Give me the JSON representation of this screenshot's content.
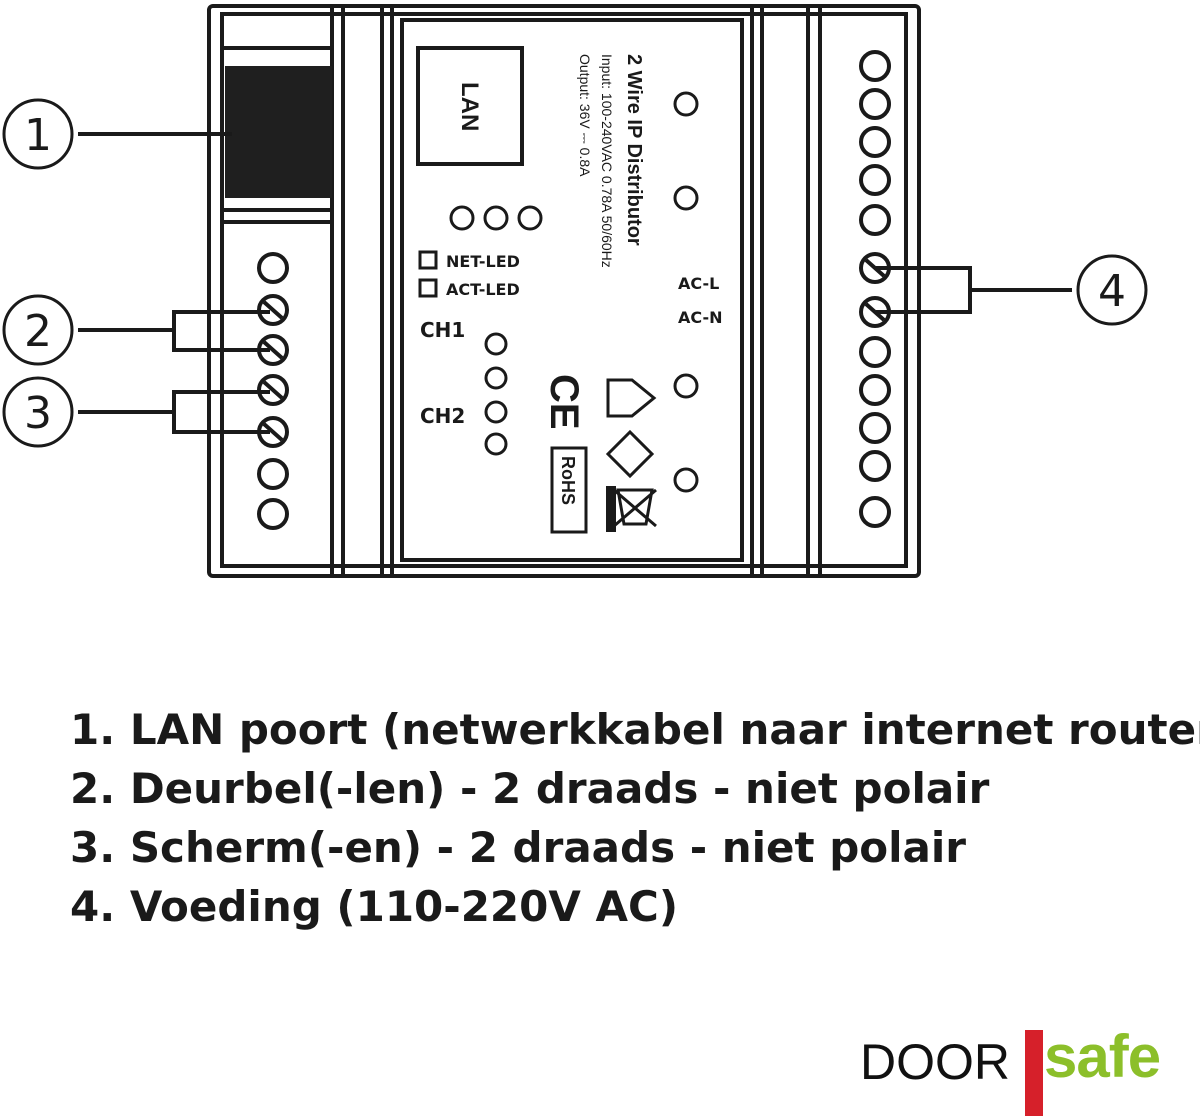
{
  "device": {
    "title": "2 Wire IP Distributor",
    "input_spec": "Input: 100-240VAC 0.78A 50/60Hz",
    "output_spec": "Output: 36V ⎓ 0.8A",
    "lan_port_label": "LAN",
    "net_led_label": "NET-LED",
    "act_led_label": "ACT-LED",
    "ch1_label": "CH1",
    "ch2_label": "CH2",
    "acl_label": "AC-L",
    "acn_label": "AC-N",
    "ce_mark": "CE",
    "rohs_mark": "RoHS"
  },
  "callouts": [
    "1",
    "2",
    "3",
    "4"
  ],
  "legend": [
    {
      "num": "1.",
      "text": "LAN poort (netwerkkabel naar internet router)"
    },
    {
      "num": "2.",
      "text": "Deurbel(-len) - 2 draads - niet polair"
    },
    {
      "num": "3.",
      "text": "Scherm(-en) - 2 draads - niet polair"
    },
    {
      "num": "4.",
      "text": "Voeding (110-220V AC)"
    }
  ],
  "logo": {
    "part1": "DOOR",
    "part2": "safe",
    "accent_red": "#d6202a",
    "accent_green": "#8cbf2a"
  }
}
